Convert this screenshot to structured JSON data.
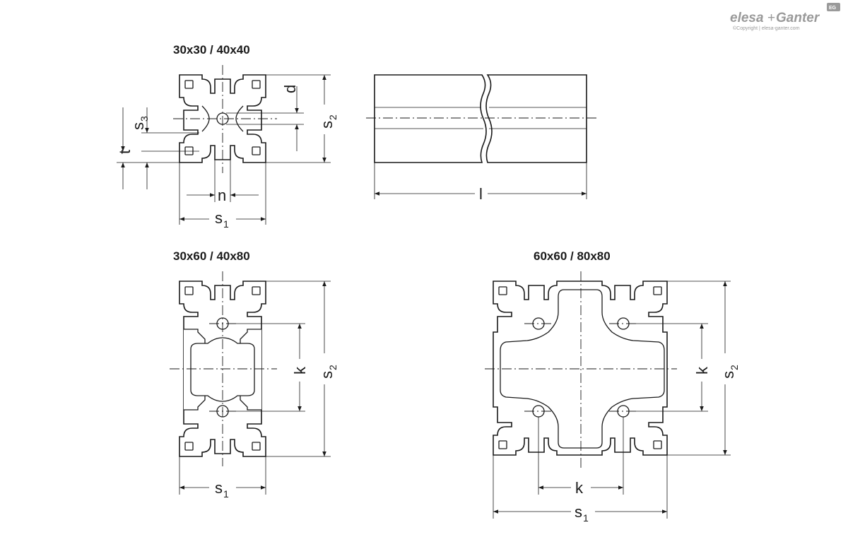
{
  "logo": {
    "brand_left": "elesa",
    "brand_plus": "+",
    "brand_right": "Ganter",
    "copyright": "©Copyright | elesa-ganter.com",
    "badge": "EG"
  },
  "views": {
    "v1": {
      "title": "30x30 / 40x40",
      "labels": {
        "d": "d",
        "s2": "s",
        "s2_sub": "2",
        "s3": "s",
        "s3_sub": "3",
        "t": "t",
        "n": "n",
        "s1": "s",
        "s1_sub": "1"
      }
    },
    "side": {
      "l": "l"
    },
    "v2": {
      "title": "30x60 / 40x80",
      "labels": {
        "k": "k",
        "s2": "s",
        "s2_sub": "2",
        "s1": "s",
        "s1_sub": "1"
      }
    },
    "v3": {
      "title": "60x60 / 80x80",
      "labels": {
        "k_v": "k",
        "k_h": "k",
        "s2": "s",
        "s2_sub": "2",
        "s1": "s",
        "s1_sub": "1"
      }
    }
  }
}
